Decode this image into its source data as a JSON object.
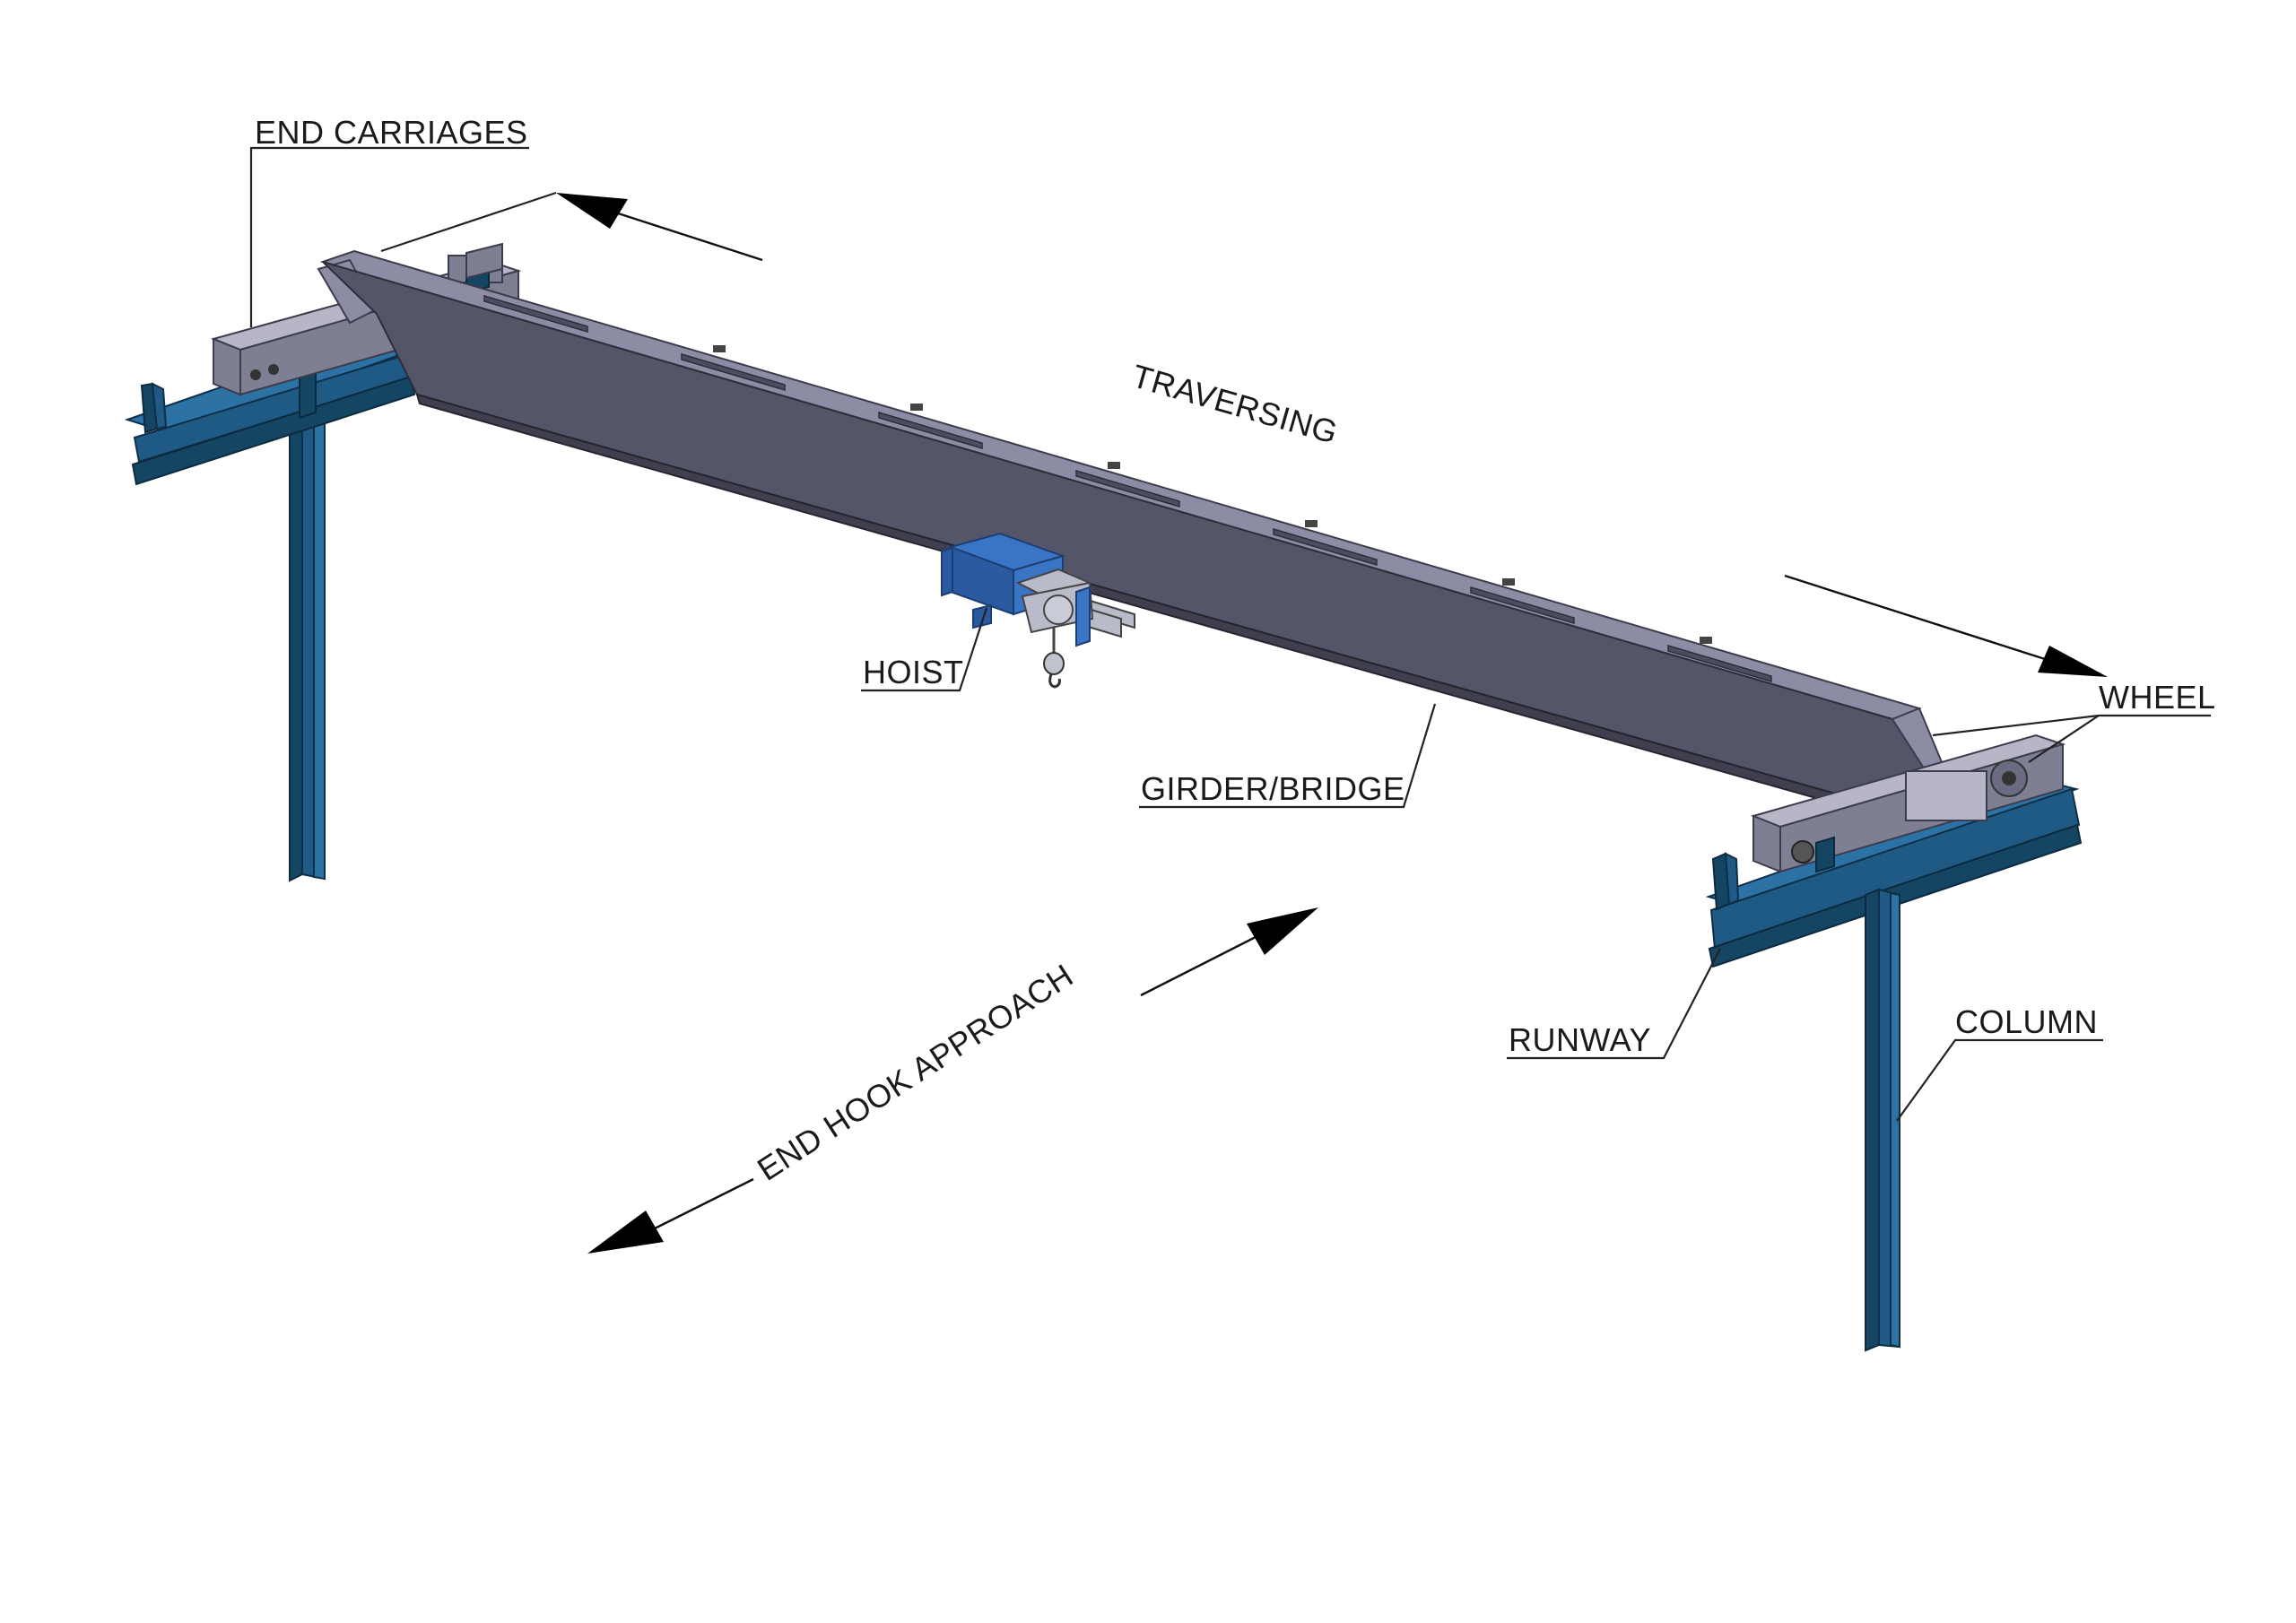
{
  "labels": {
    "end_carriages": "END CARRIAGES",
    "traversing": "TRAVERSING",
    "hoist": "HOIST",
    "girder_bridge": "GIRDER/BRIDGE",
    "wheel": "WHEEL",
    "runway": "RUNWAY",
    "column": "COLUMN",
    "end_hook_approach": "END HOOK APPROACH"
  },
  "colors": {
    "steel_blue": "#1e5a84",
    "girder_grey": "#55556a",
    "hoist_blue": "#3a74c4",
    "text": "#1a1a1a",
    "background": "#ffffff"
  }
}
